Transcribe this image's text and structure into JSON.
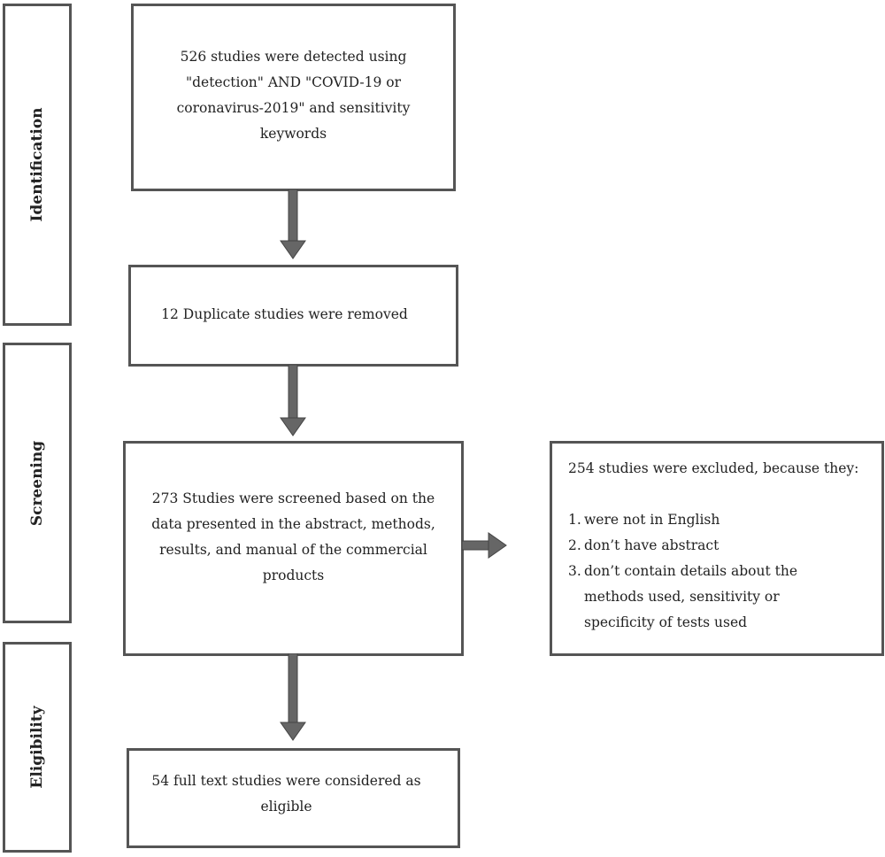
{
  "stages": {
    "identification": "Identification",
    "screening": "Screening",
    "eligibility": "Eligibility"
  },
  "boxes": {
    "identified": {
      "lines": [
        "526 studies were detected using",
        "\"detection\" AND \"COVID-19 or",
        "coronavirus-2019\" and sensitivity",
        "keywords"
      ]
    },
    "duplicates": {
      "lines": [
        "12 Duplicate studies were removed"
      ]
    },
    "screened": {
      "lines": [
        "273 Studies were screened based on the",
        "data presented in the abstract, methods,",
        "results, and manual of the commercial",
        "products"
      ]
    },
    "eligible": {
      "lines": [
        "54 full text studies were considered as",
        "eligible"
      ]
    },
    "excluded": {
      "heading": "254 studies were excluded, because they:",
      "items": [
        {
          "num": "1.",
          "lines": [
            "were not in English"
          ]
        },
        {
          "num": "2.",
          "lines": [
            "don’t have abstract"
          ]
        },
        {
          "num": "3.",
          "lines": [
            "don’t contain details about the",
            "methods used, sensitivity or",
            "specificity of tests used"
          ]
        }
      ]
    }
  },
  "colors": {
    "border": "#555555",
    "arrow": "#666666"
  }
}
